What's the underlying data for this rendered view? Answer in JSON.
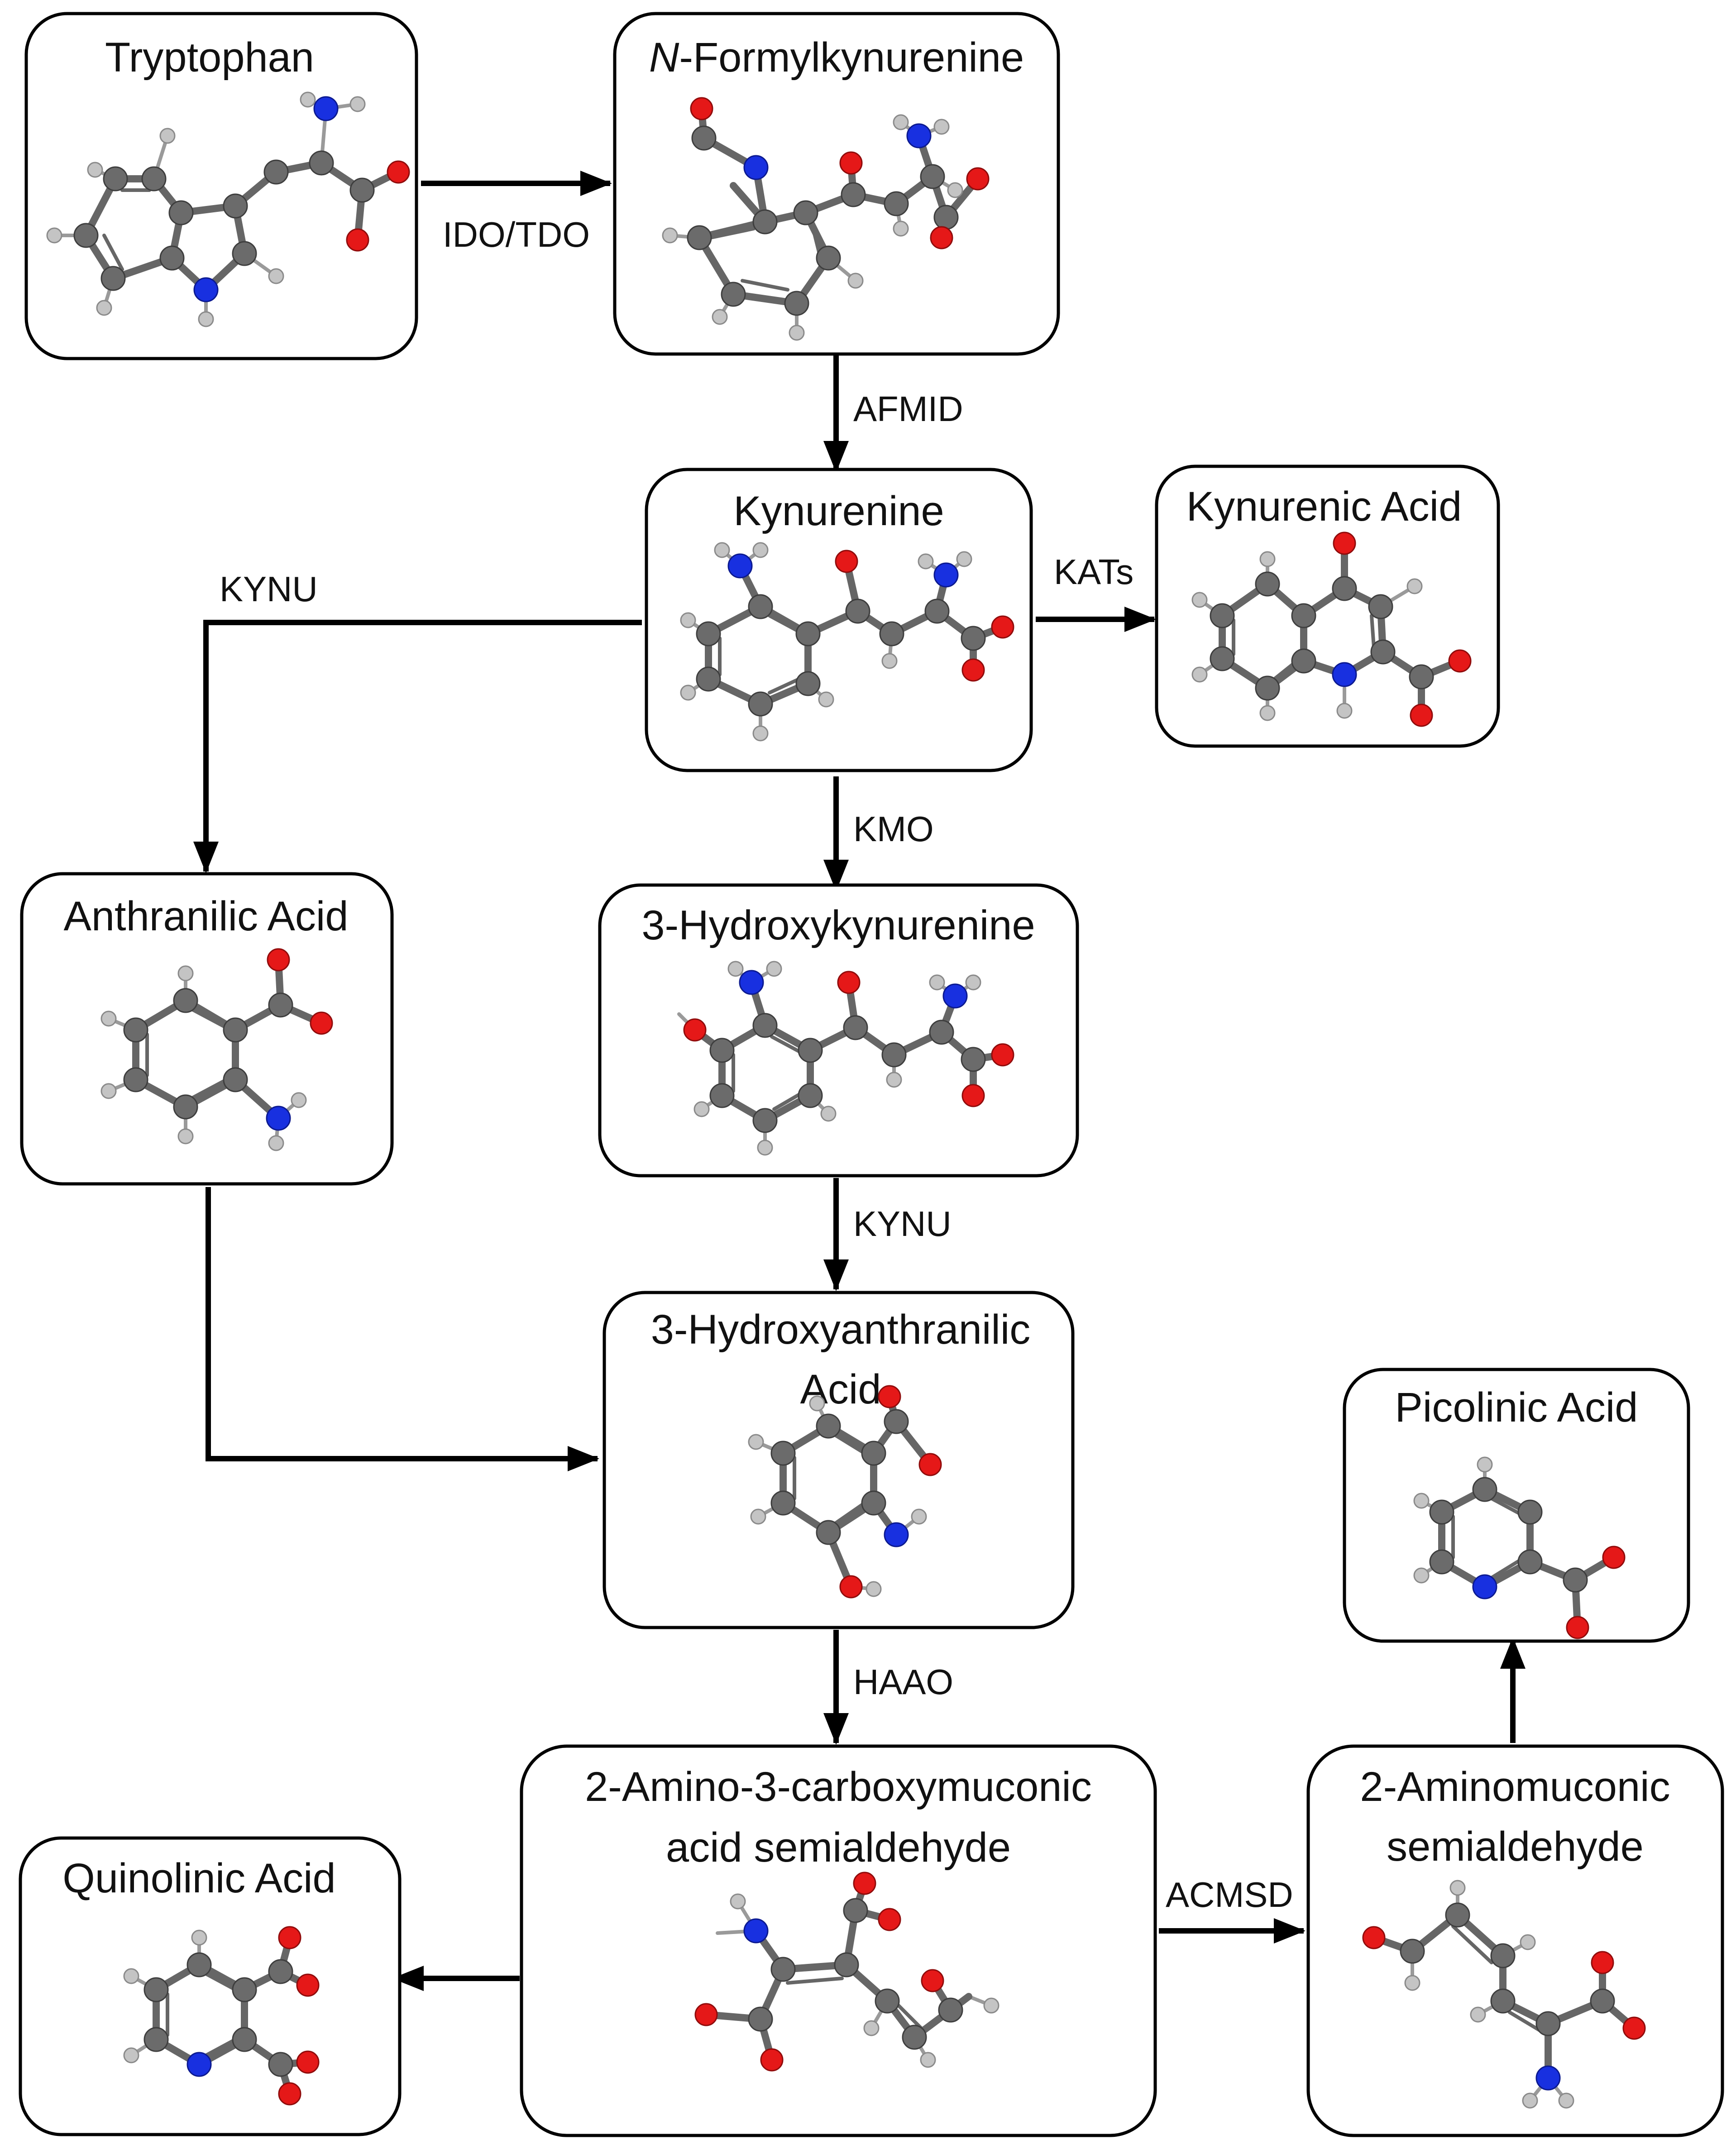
{
  "nodes": {
    "tryptophan": {
      "label": "Tryptophan"
    },
    "n_formylkynurenine": {
      "label_italic": "N",
      "label_rest": "-Formylkynurenine"
    },
    "kynurenine": {
      "label": "Kynurenine"
    },
    "kynurenic_acid": {
      "label": "Kynurenic Acid"
    },
    "anthranilic_acid": {
      "label": "Anthranilic Acid"
    },
    "hydroxykynurenine": {
      "label": "3-Hydroxykynurenine"
    },
    "hydroxyanthranilic_acid": {
      "label_line1": "3-Hydroxyanthranilic",
      "label_line2": "Acid"
    },
    "picolinic_acid": {
      "label": "Picolinic Acid"
    },
    "acms": {
      "label_line1": "2-Amino-3-carboxymuconic",
      "label_line2": "acid semialdehyde"
    },
    "aminomuconic": {
      "label_line1": "2-Aminomuconic",
      "label_line2": "semialdehyde"
    },
    "quinolinic_acid": {
      "label": "Quinolinic Acid"
    }
  },
  "enzymes": {
    "ido_tdo": "IDO/TDO",
    "afmid": "AFMID",
    "kats": "KATs",
    "kynu_left": "KYNU",
    "kmo": "KMO",
    "kynu_center": "KYNU",
    "haao": "HAAO",
    "acmsd": "ACMSD"
  },
  "atom_colors": {
    "carbon": "#6b6b6b",
    "nitrogen": "#1830e0",
    "oxygen": "#e51818",
    "hydrogen": "#c4c4c4"
  }
}
